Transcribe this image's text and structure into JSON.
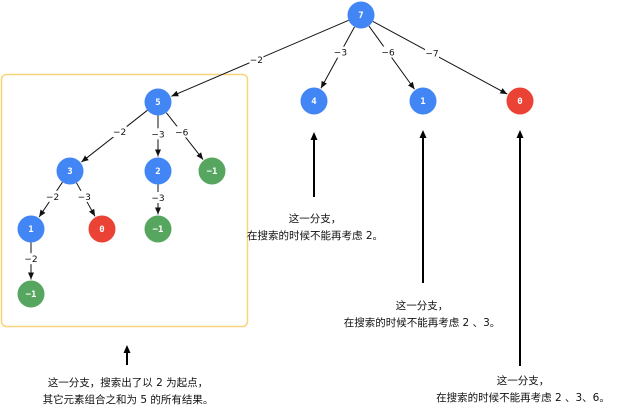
{
  "colors": {
    "positive": "#4285f4",
    "zero": "#ea4335",
    "negative": "#57a65f",
    "highlight_box": "#f9d57a",
    "edge": "#111111"
  },
  "tree": {
    "nodes": [
      {
        "id": "n7",
        "value": "7",
        "kind": "positive"
      },
      {
        "id": "n5",
        "value": "5",
        "kind": "positive"
      },
      {
        "id": "n4",
        "value": "4",
        "kind": "positive"
      },
      {
        "id": "n1a",
        "value": "1",
        "kind": "positive"
      },
      {
        "id": "n0a",
        "value": "0",
        "kind": "zero"
      },
      {
        "id": "n3",
        "value": "3",
        "kind": "positive"
      },
      {
        "id": "n2",
        "value": "2",
        "kind": "positive"
      },
      {
        "id": "nm1a",
        "value": "−1",
        "kind": "negative"
      },
      {
        "id": "n1b",
        "value": "1",
        "kind": "positive"
      },
      {
        "id": "n0b",
        "value": "0",
        "kind": "zero"
      },
      {
        "id": "nm1b",
        "value": "−1",
        "kind": "negative"
      },
      {
        "id": "nm1c",
        "value": "−1",
        "kind": "negative"
      }
    ],
    "edges": [
      {
        "from": "n7",
        "to": "n5",
        "label": "−2"
      },
      {
        "from": "n7",
        "to": "n4",
        "label": "−3"
      },
      {
        "from": "n7",
        "to": "n1a",
        "label": "−6"
      },
      {
        "from": "n7",
        "to": "n0a",
        "label": "−7"
      },
      {
        "from": "n5",
        "to": "n3",
        "label": "−2"
      },
      {
        "from": "n5",
        "to": "n2",
        "label": "−3"
      },
      {
        "from": "n5",
        "to": "nm1a",
        "label": "−6"
      },
      {
        "from": "n3",
        "to": "n1b",
        "label": "−2"
      },
      {
        "from": "n3",
        "to": "n0b",
        "label": "−3"
      },
      {
        "from": "n2",
        "to": "nm1b",
        "label": "−3"
      },
      {
        "from": "n1b",
        "to": "nm1c",
        "label": "−2"
      }
    ]
  },
  "annotations": [
    {
      "id": "ann-branch-5",
      "lines": [
        "这一分支，搜索出了以 2 为起点，",
        "其它元素组合之和为 5 的所有结果。"
      ]
    },
    {
      "id": "ann-branch-4",
      "lines": [
        "这一分支，",
        "在搜索的时候不能再考虑 2。"
      ]
    },
    {
      "id": "ann-branch-1",
      "lines": [
        "这一分支，",
        "在搜索的时候不能再考虑 2 、3。"
      ]
    },
    {
      "id": "ann-branch-0",
      "lines": [
        "这一分支，",
        "在搜索的时候不能再考虑 2 、3、6。"
      ]
    }
  ]
}
